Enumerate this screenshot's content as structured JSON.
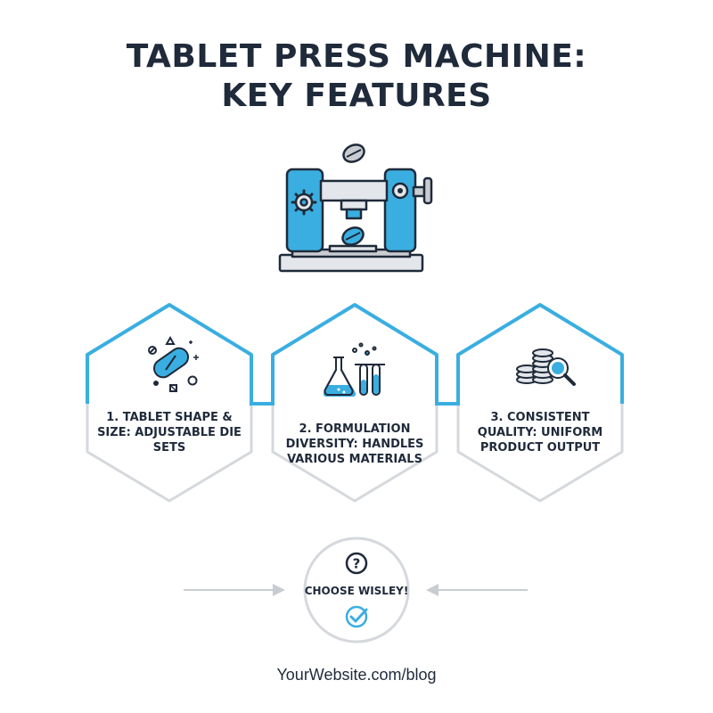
{
  "title": {
    "line1": "TABLET PRESS MACHINE:",
    "line2": "KEY FEATURES"
  },
  "features": [
    {
      "label": "1. TABLET SHAPE & SIZE: ADJUSTABLE DIE SETS",
      "icon": "tablet-shapes-icon"
    },
    {
      "label": "2. FORMULATION DIVERSITY: HANDLES VARIOUS MATERIALS",
      "icon": "lab-flask-icon"
    },
    {
      "label": "3. CONSISTENT QUALITY: UNIFORM PRODUCT OUTPUT",
      "icon": "coins-magnifier-icon"
    }
  ],
  "center": {
    "label": "CHOOSE WISLEY!",
    "top_icon": "question-mark-icon",
    "bottom_icon": "checkmark-icon"
  },
  "footer": {
    "url": "YourWebsite.com/blog"
  },
  "colors": {
    "accent": "#3aaee0",
    "dark": "#1f2a3a",
    "border_gray": "#d5d8dc",
    "panel_gray": "#c9cdd2"
  }
}
